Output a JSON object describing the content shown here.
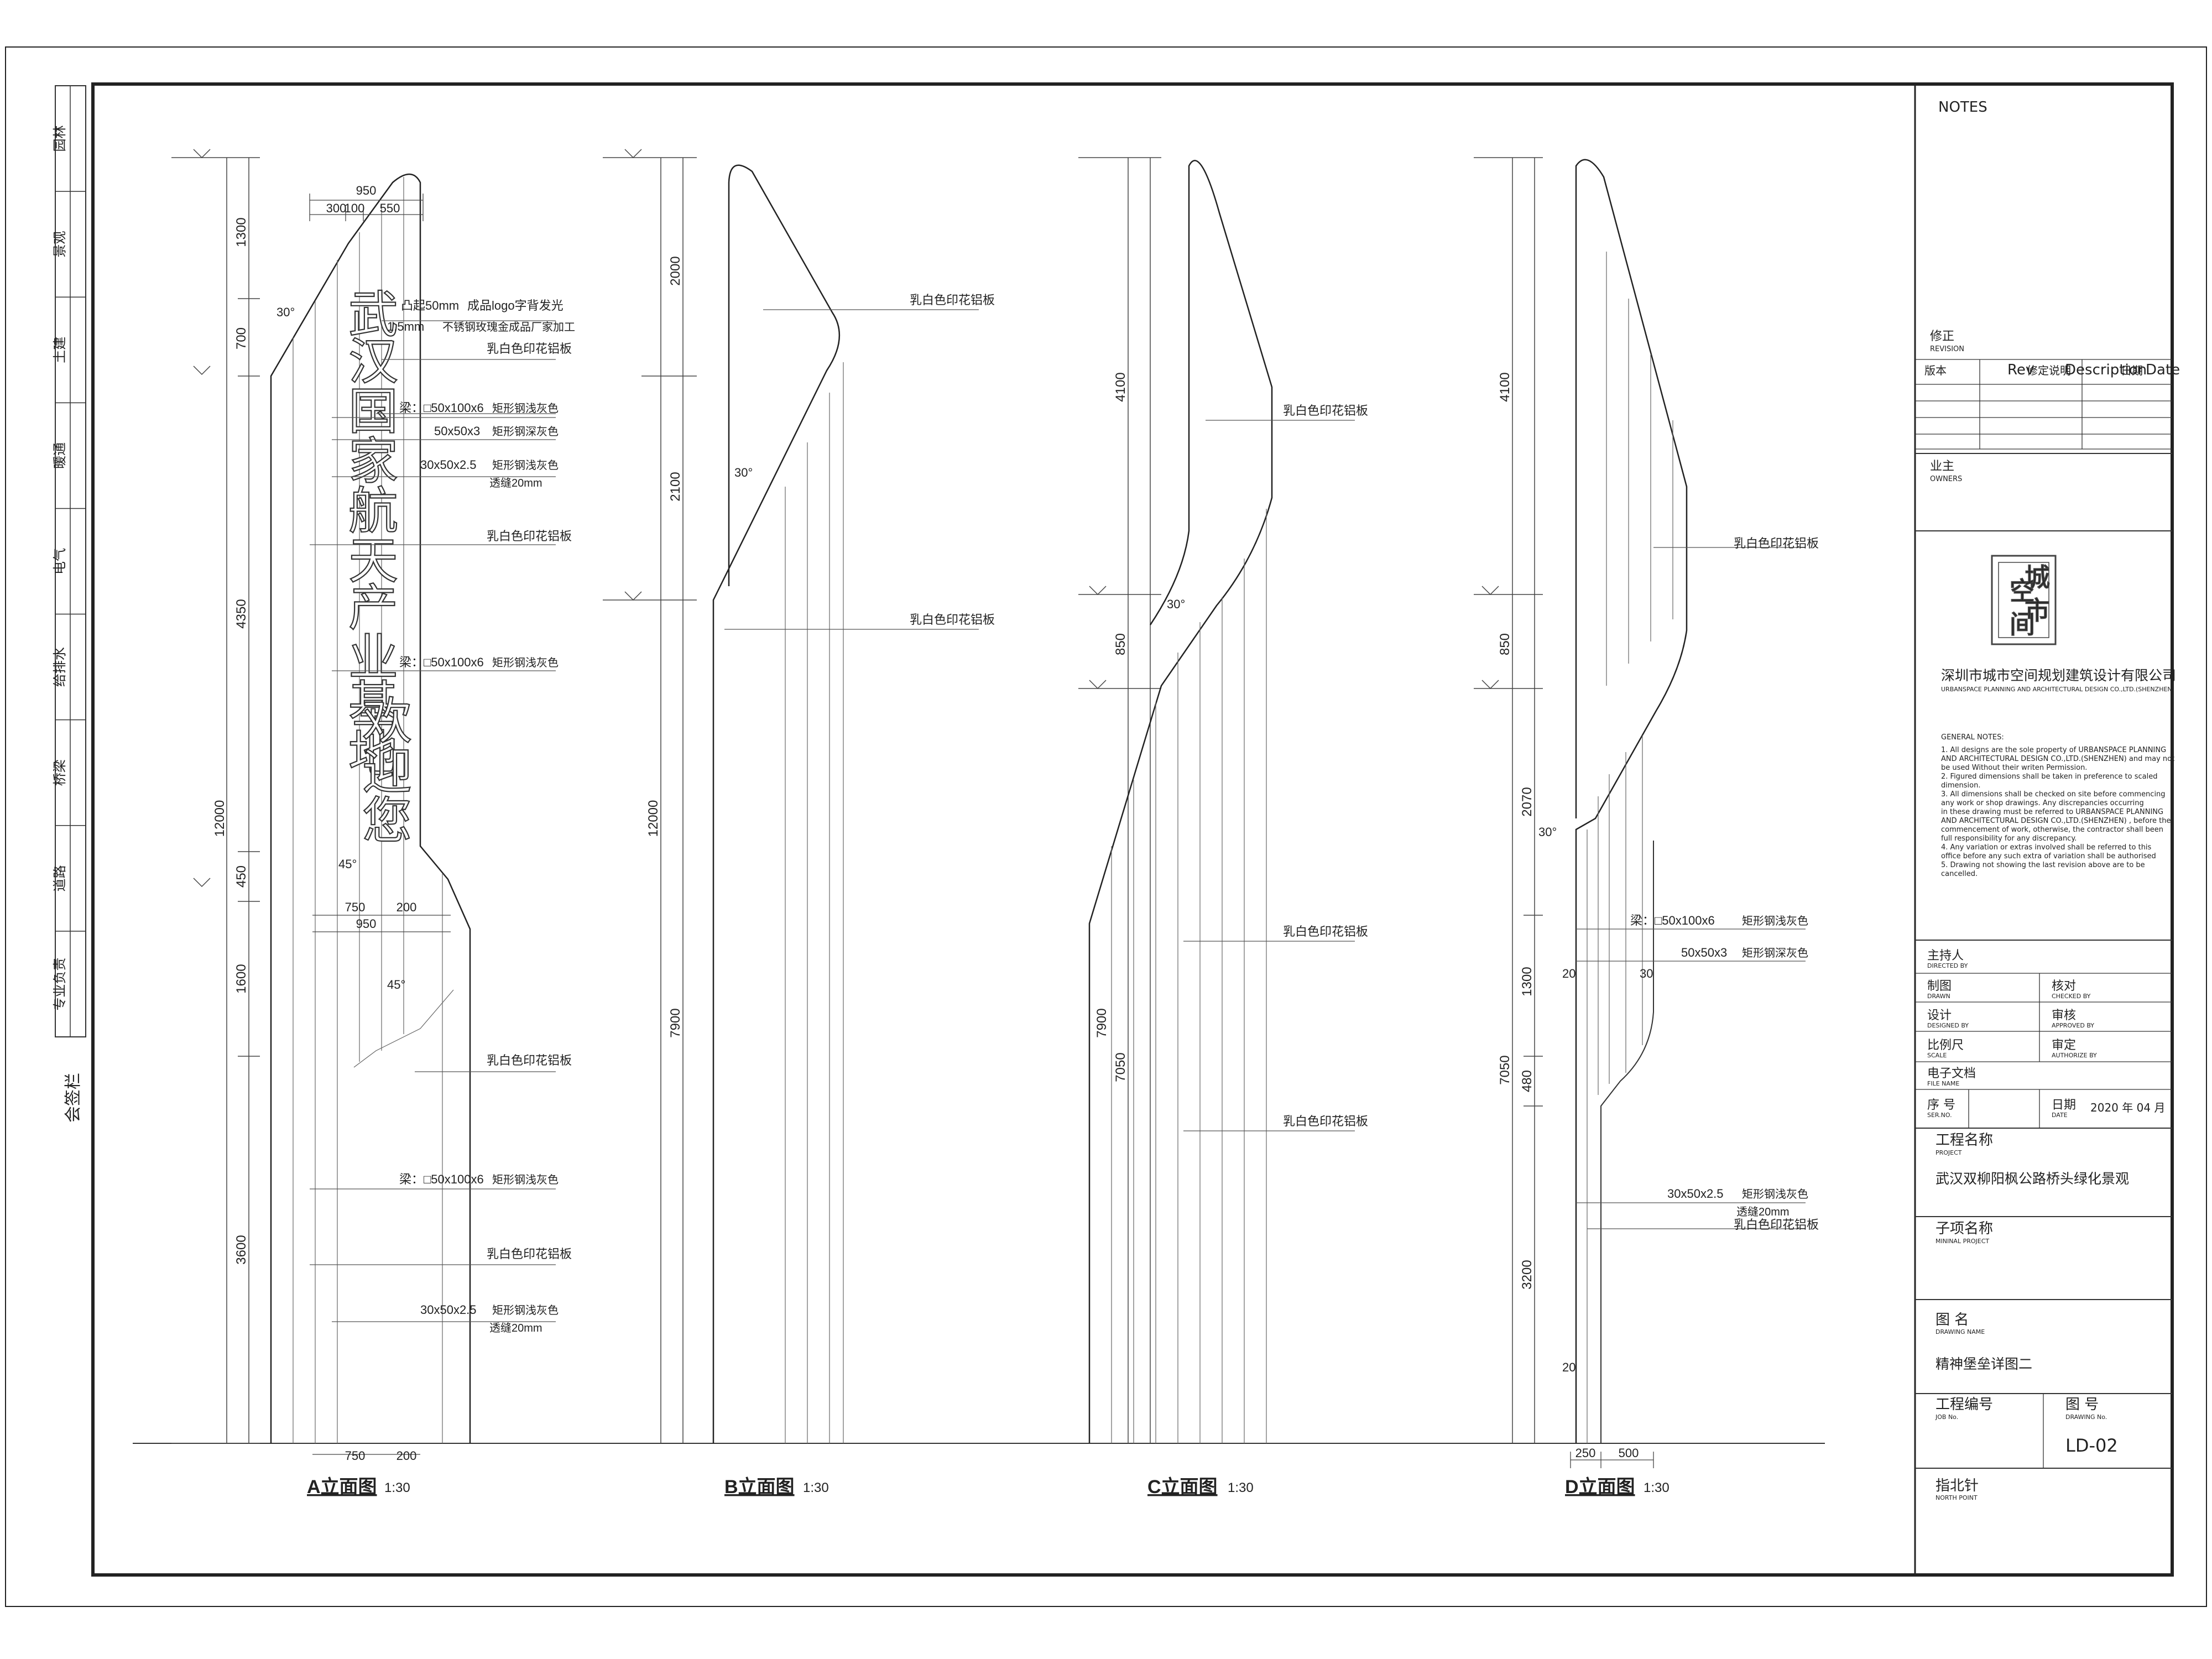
{
  "sheet": {
    "countersign": "会签栏",
    "disciplines": [
      "专业负责",
      "道路",
      "桥梁",
      "给排水",
      "电气",
      "暖通",
      "土建",
      "景观",
      "园林"
    ]
  },
  "elevations": [
    {
      "title": "A立面图",
      "scale": "1:30",
      "sign_text": [
        "武",
        "汉",
        "国",
        "家",
        "航",
        "天",
        "产",
        "业",
        "基",
        "地",
        "欢",
        "迎",
        "您"
      ],
      "dims_left": [
        "12000",
        "1300",
        "700",
        "4350",
        "450",
        "1600",
        "3600"
      ],
      "dims_top": [
        "950",
        "300",
        "100",
        "550"
      ],
      "dims_mid": [
        "750",
        "200",
        "950"
      ],
      "dims_bottom": [
        "750",
        "200"
      ],
      "angles": [
        "30°",
        "45°",
        "45°"
      ],
      "callouts": {
        "logo1": "凸起50mm",
        "logo2": "成品logo字背发光",
        "steel1": "1.5mm",
        "steel2": "不锈钢玫瑰金成品厂家加工",
        "panel": "乳白色印花铝板",
        "beam": "梁：□50x100x6",
        "beam_note": "矩形钢浅灰色",
        "tube1": "50x50x3",
        "tube1_note": "矩形钢深灰色",
        "tube2": "30x50x2.5",
        "tube2_note": "矩形钢浅灰色",
        "gap": "透缝20mm"
      }
    },
    {
      "title": "B立面图",
      "scale": "1:30",
      "dims_left": [
        "12000",
        "2000",
        "2100",
        "7900"
      ],
      "angles": [
        "30°"
      ],
      "callouts": {
        "panel": "乳白色印花铝板"
      }
    },
    {
      "title": "C立面图",
      "scale": "1:30",
      "dims_left": [
        "4100",
        "850",
        "7900",
        "7050"
      ],
      "angles": [
        "30°"
      ],
      "callouts": {
        "panel": "乳白色印花铝板"
      }
    },
    {
      "title": "D立面图",
      "scale": "1:30",
      "dims_left": [
        "4100",
        "850",
        "2070",
        "1300",
        "7050",
        "480",
        "3200"
      ],
      "dims_bottom": [
        "250",
        "500"
      ],
      "angles": [
        "30°"
      ],
      "callouts": {
        "panel": "乳白色印花铝板",
        "beam": "梁：□50x100x6",
        "beam_note": "矩形钢浅灰色",
        "tube1": "50x50x3",
        "tube1_note": "矩形钢深灰色",
        "tube2": "30x50x2.5",
        "tube2_note": "矩形钢浅灰色",
        "gap": "透缝20mm",
        "d_dim_a": "20",
        "d_dim_b": "30",
        "d_dim_c": "20"
      }
    }
  ],
  "title_block": {
    "notes_label": "NOTES",
    "revision_cn": "修正",
    "revision_en": "REVISION",
    "rev_cols": [
      "版本",
      "Rev",
      "修定说明",
      "Description",
      "日期",
      "Date"
    ],
    "owner_cn": "业主",
    "owner_en": "OWNERS",
    "logo_chars": [
      "空",
      "城",
      "间",
      "市"
    ],
    "company_cn": "深圳市城市空间规划建筑设计有限公司",
    "company_en": "URBANSPACE PLANNING AND ARCHITECTURAL DESIGN CO.,LTD.(SHENZHEN)",
    "general_notes_title": "GENERAL NOTES:",
    "general_notes": [
      "1. All designs are the sole property of URBANSPACE PLANNING",
      "AND ARCHITECTURAL DESIGN CO.,LTD.(SHENZHEN) and may not",
      "be used Without their writen Permission.",
      "2. Figured dimensions shall be taken in preference to scaled",
      "dimension.",
      "3. All dimensions shall be checked on site before commencing",
      "any work or shop drawings. Any discrepancies occurring",
      "in these drawing must be referred to  URBANSPACE PLANNING",
      "AND ARCHITECTURAL DESIGN CO.,LTD.(SHENZHEN) , before the",
      "commencement of work, otherwise, the contractor shall been",
      "full responsibility for any discrepancy.",
      "4. Any variation or extras involved shall be referred to this",
      "office before any such extra of variation shall be authorised",
      "5. Drawing not showing the last revision above are to be",
      "cancelled."
    ],
    "director_cn": "主持人",
    "director_en": "DIRECTED BY",
    "drawn_cn": "制图",
    "drawn_en": "DRAWN",
    "checked_cn": "核对",
    "checked_en": "CHECKED BY",
    "designed_cn": "设计",
    "designed_en": "DESIGNED BY",
    "approved_cn": "审核",
    "approved_en": "APPROVED BY",
    "scale_cn": "比例尺",
    "scale_en": "SCALE",
    "authorize_cn": "审定",
    "authorize_en": "AUTHORIZE BY",
    "file_cn": "电子文档",
    "file_en": "FILE NAME",
    "seq_cn": "序 号",
    "seq_en": "SER.NO.",
    "date_cn": "日期",
    "date_en": "DATE",
    "date_value": "2020 年 04 月",
    "project_cn": "工程名称",
    "project_en": "PROJECT",
    "project_name": "武汉双柳阳枫公路桥头绿化景观",
    "subproject_cn": "子项名称",
    "subproject_en": "MININAL PROJECT",
    "drawing_title_cn": "图 名",
    "drawing_title_en": "DRAWING NAME",
    "drawing_title": "精神堡垒详图二",
    "job_cn": "工程编号",
    "job_en": "JOB No.",
    "drawing_no_cn": "图 号",
    "drawing_no_en": "DRAWING No.",
    "drawing_no": "LD-02",
    "north_cn": "指北针",
    "north_en": "NORTH POINT"
  }
}
